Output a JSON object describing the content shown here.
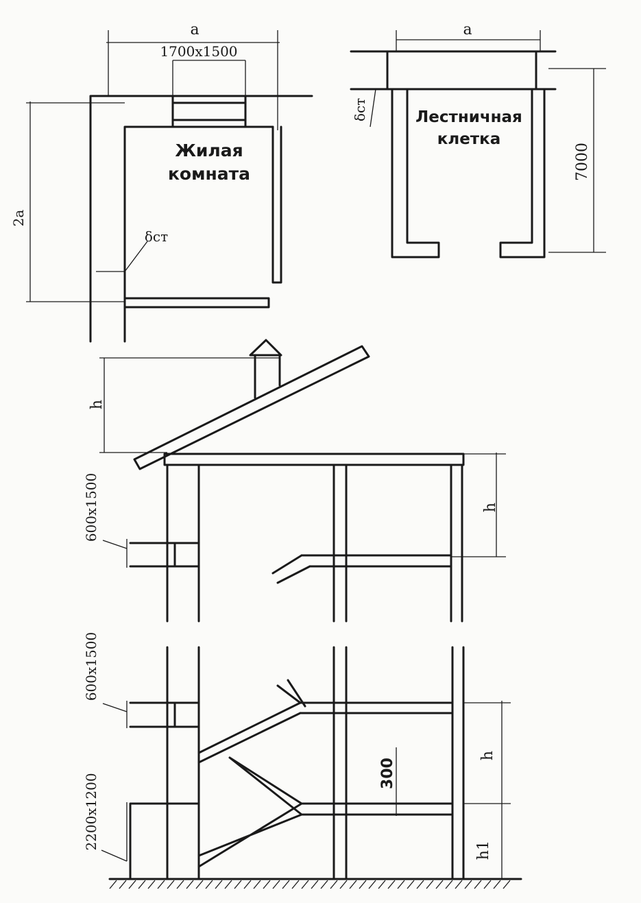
{
  "living_room": {
    "label_line1": "Жилая",
    "label_line2": "комната",
    "dim_width": "a",
    "dim_window": "1700x1500",
    "dim_height": "2a",
    "wall_thickness": "δст"
  },
  "stair_cell": {
    "label_line1": "Лестничная",
    "label_line2": "клетка",
    "dim_width": "a",
    "dim_height": "7000",
    "wall_thickness": "δст"
  },
  "section_upper": {
    "dim_roof": "h",
    "dim_floor": "h",
    "dim_window": "600x1500"
  },
  "section_lower": {
    "dim_window_upper": "600x1500",
    "dim_window_lower": "2200x1200",
    "dim_floor": "h",
    "dim_ground": "h1",
    "dim_slab": "300"
  }
}
